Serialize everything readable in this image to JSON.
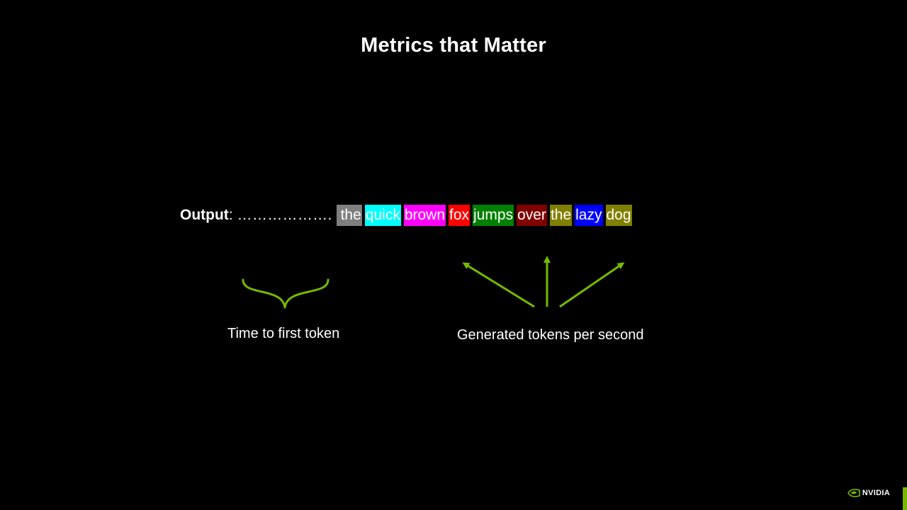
{
  "slide": {
    "title": "Metrics that Matter",
    "output_label": "Output",
    "output_colon": ":",
    "output_dots": "……………….",
    "tokens": [
      {
        "text": "the",
        "bg": "#7f7f7f",
        "fg": "#ffffff"
      },
      {
        "text": "quick",
        "bg": "#00ffff",
        "fg": "#ffffff"
      },
      {
        "text": "brown",
        "bg": "#ff00ff",
        "fg": "#ffffff"
      },
      {
        "text": "fox",
        "bg": "#ff0000",
        "fg": "#ffffff"
      },
      {
        "text": "jumps",
        "bg": "#008000",
        "fg": "#ffffff"
      },
      {
        "text": "over",
        "bg": "#800000",
        "fg": "#ffffff"
      },
      {
        "text": "the",
        "bg": "#808000",
        "fg": "#ffffff"
      },
      {
        "text": "lazy",
        "bg": "#0000ff",
        "fg": "#ffffff"
      },
      {
        "text": "dog",
        "bg": "#808000",
        "fg": "#ffffff"
      }
    ],
    "captions": {
      "ttft": "Time to first token",
      "tps": "Generated tokens per second"
    },
    "accent_color": "#76b900",
    "brand": {
      "name": "NVIDIA",
      "icon": "nvidia-eye-icon"
    }
  }
}
